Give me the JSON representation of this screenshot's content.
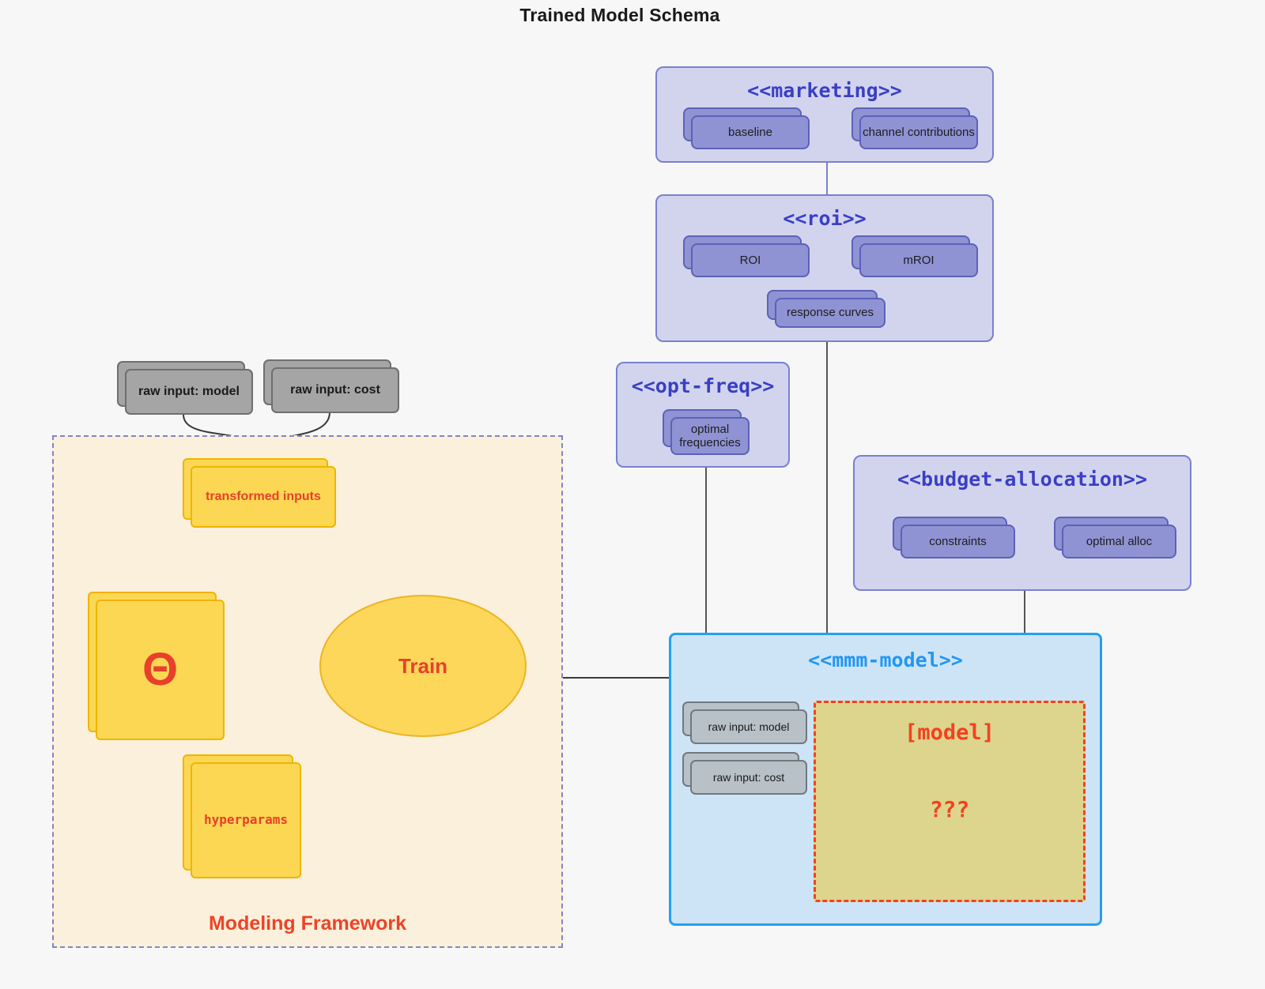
{
  "title": "Trained Model Schema",
  "colors": {
    "background": "#f7f7f7",
    "namespace_fill": "#d2d4ee",
    "namespace_border": "#7a7fd2",
    "namespace_title": "#3a3fc4",
    "purple_node_fill": "#8f93d4",
    "purple_node_border": "#5c61b8",
    "gray_node_fill": "#a5a5a5",
    "gray_node_border": "#6f6f6f",
    "yellow_node_fill": "#fcd754",
    "yellow_node_border": "#f0b400",
    "accent_red": "#e8402a",
    "mmm_fill": "#cde4f7",
    "mmm_border": "#23a0ef",
    "mmm_title": "#2196f3",
    "model_placeholder_fill": "#ddd58d",
    "model_placeholder_border": "#f4411f",
    "framework_fill": "#faf0dc",
    "framework_border": "#8186c4"
  },
  "namespaces": {
    "marketing": {
      "title": "<<marketing>>",
      "nodes": [
        {
          "label": "baseline"
        },
        {
          "label": "channel contributions"
        }
      ]
    },
    "roi": {
      "title": "<<roi>>",
      "nodes": [
        {
          "label": "ROI"
        },
        {
          "label": "mROI"
        },
        {
          "label": "response curves"
        }
      ]
    },
    "opt_freq": {
      "title": "<<opt-freq>>",
      "nodes": [
        {
          "label": "optimal frequencies"
        }
      ]
    },
    "budget_allocation": {
      "title": "<<budget-allocation>>",
      "nodes": [
        {
          "label": "constraints"
        },
        {
          "label": "optimal alloc"
        }
      ]
    },
    "mmm_model": {
      "title": "<<mmm-model>>",
      "inputs": [
        {
          "label": "raw input: model"
        },
        {
          "label": "raw input: cost"
        }
      ],
      "placeholder": {
        "label": "[model]",
        "unknown": "???"
      }
    }
  },
  "raw_inputs": [
    {
      "label": "raw input: model"
    },
    {
      "label": "raw input: cost"
    }
  ],
  "modeling_framework": {
    "label": "Modeling Framework",
    "transformed_inputs": "transformed inputs",
    "theta": "Θ",
    "hyperparams": "hyperparams",
    "train": "Train"
  }
}
